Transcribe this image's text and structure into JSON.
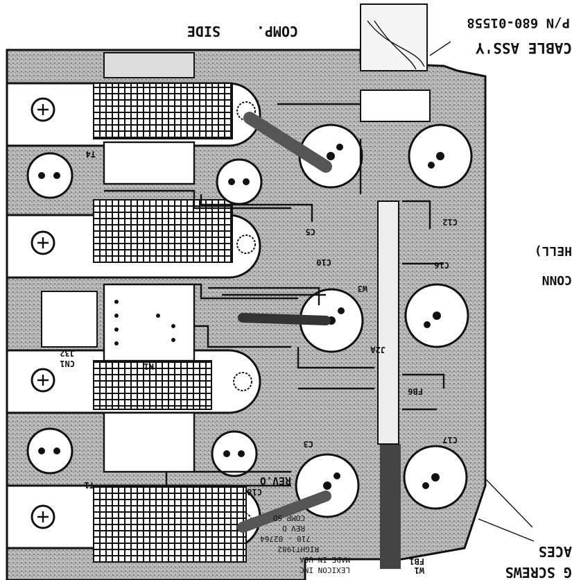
{
  "header": {
    "comp_label": "COMP.",
    "side_label": "SIDE",
    "cable_label": "CABLE ASS'Y",
    "pn_label": "P/N 680-01558"
  },
  "right_callouts": {
    "shell_label": "HELL)",
    "conn_label": "CONN",
    "screws_label": "G SCREWS",
    "traces_label": "ACES"
  },
  "board_marks": {
    "rev_label": "REV.O",
    "lexicon": "LEXICON INC",
    "made_in": "MADE IN USA",
    "copyright": "RIGHT1982",
    "part_number": "710 - 02764",
    "rev_code": "REV D",
    "comp_side": "COMP SD",
    "k1": "K1",
    "j2a": "J2A",
    "j32": "J32",
    "cn1": "CN1",
    "w3": "W3",
    "w1": "W1",
    "c10": "C10",
    "c3": "C3",
    "c18": "C18",
    "c16": "C16",
    "c12": "C12",
    "c17": "C17",
    "c5": "C5",
    "fb1": "FB1",
    "fb6": "FB6",
    "t1": "T1",
    "t4": "T4"
  },
  "colors": {
    "ink": "#111111",
    "board_shade": "#9a9a9a",
    "board_light": "#d8d8d8",
    "paper": "#ffffff"
  }
}
